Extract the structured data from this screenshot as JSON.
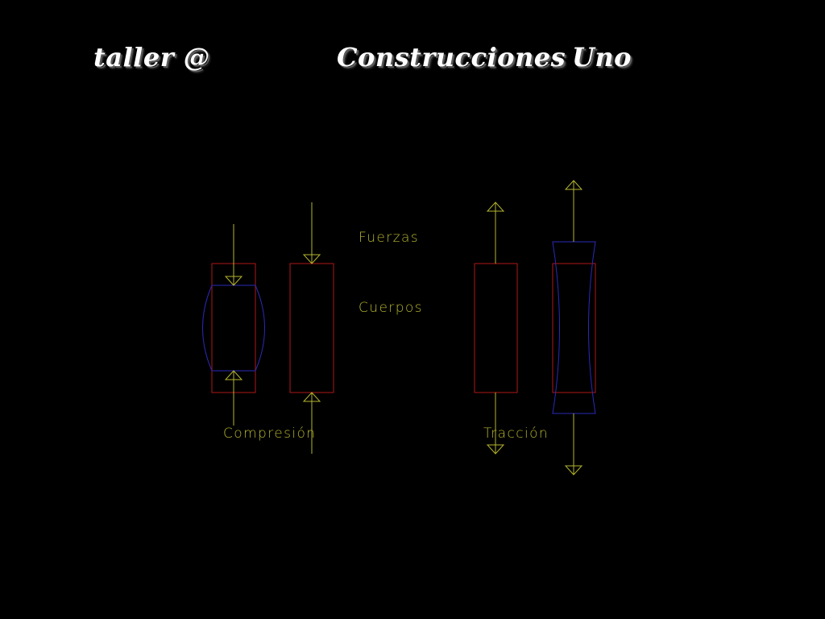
{
  "slide": {
    "title_left": "taller @",
    "title_center": "Construcciones",
    "title_right": "Uno"
  },
  "diagram": {
    "labels": {
      "forces": "Fuerzas",
      "bodies": "Cuerpos",
      "compression": "Compresión",
      "traction": "Tracción"
    },
    "colors": {
      "background": "#000000",
      "forces": "#b5b52e",
      "bodies_original": "#b01818",
      "bodies_deformed": "#2a2ab8",
      "title": "#ffffff"
    }
  }
}
